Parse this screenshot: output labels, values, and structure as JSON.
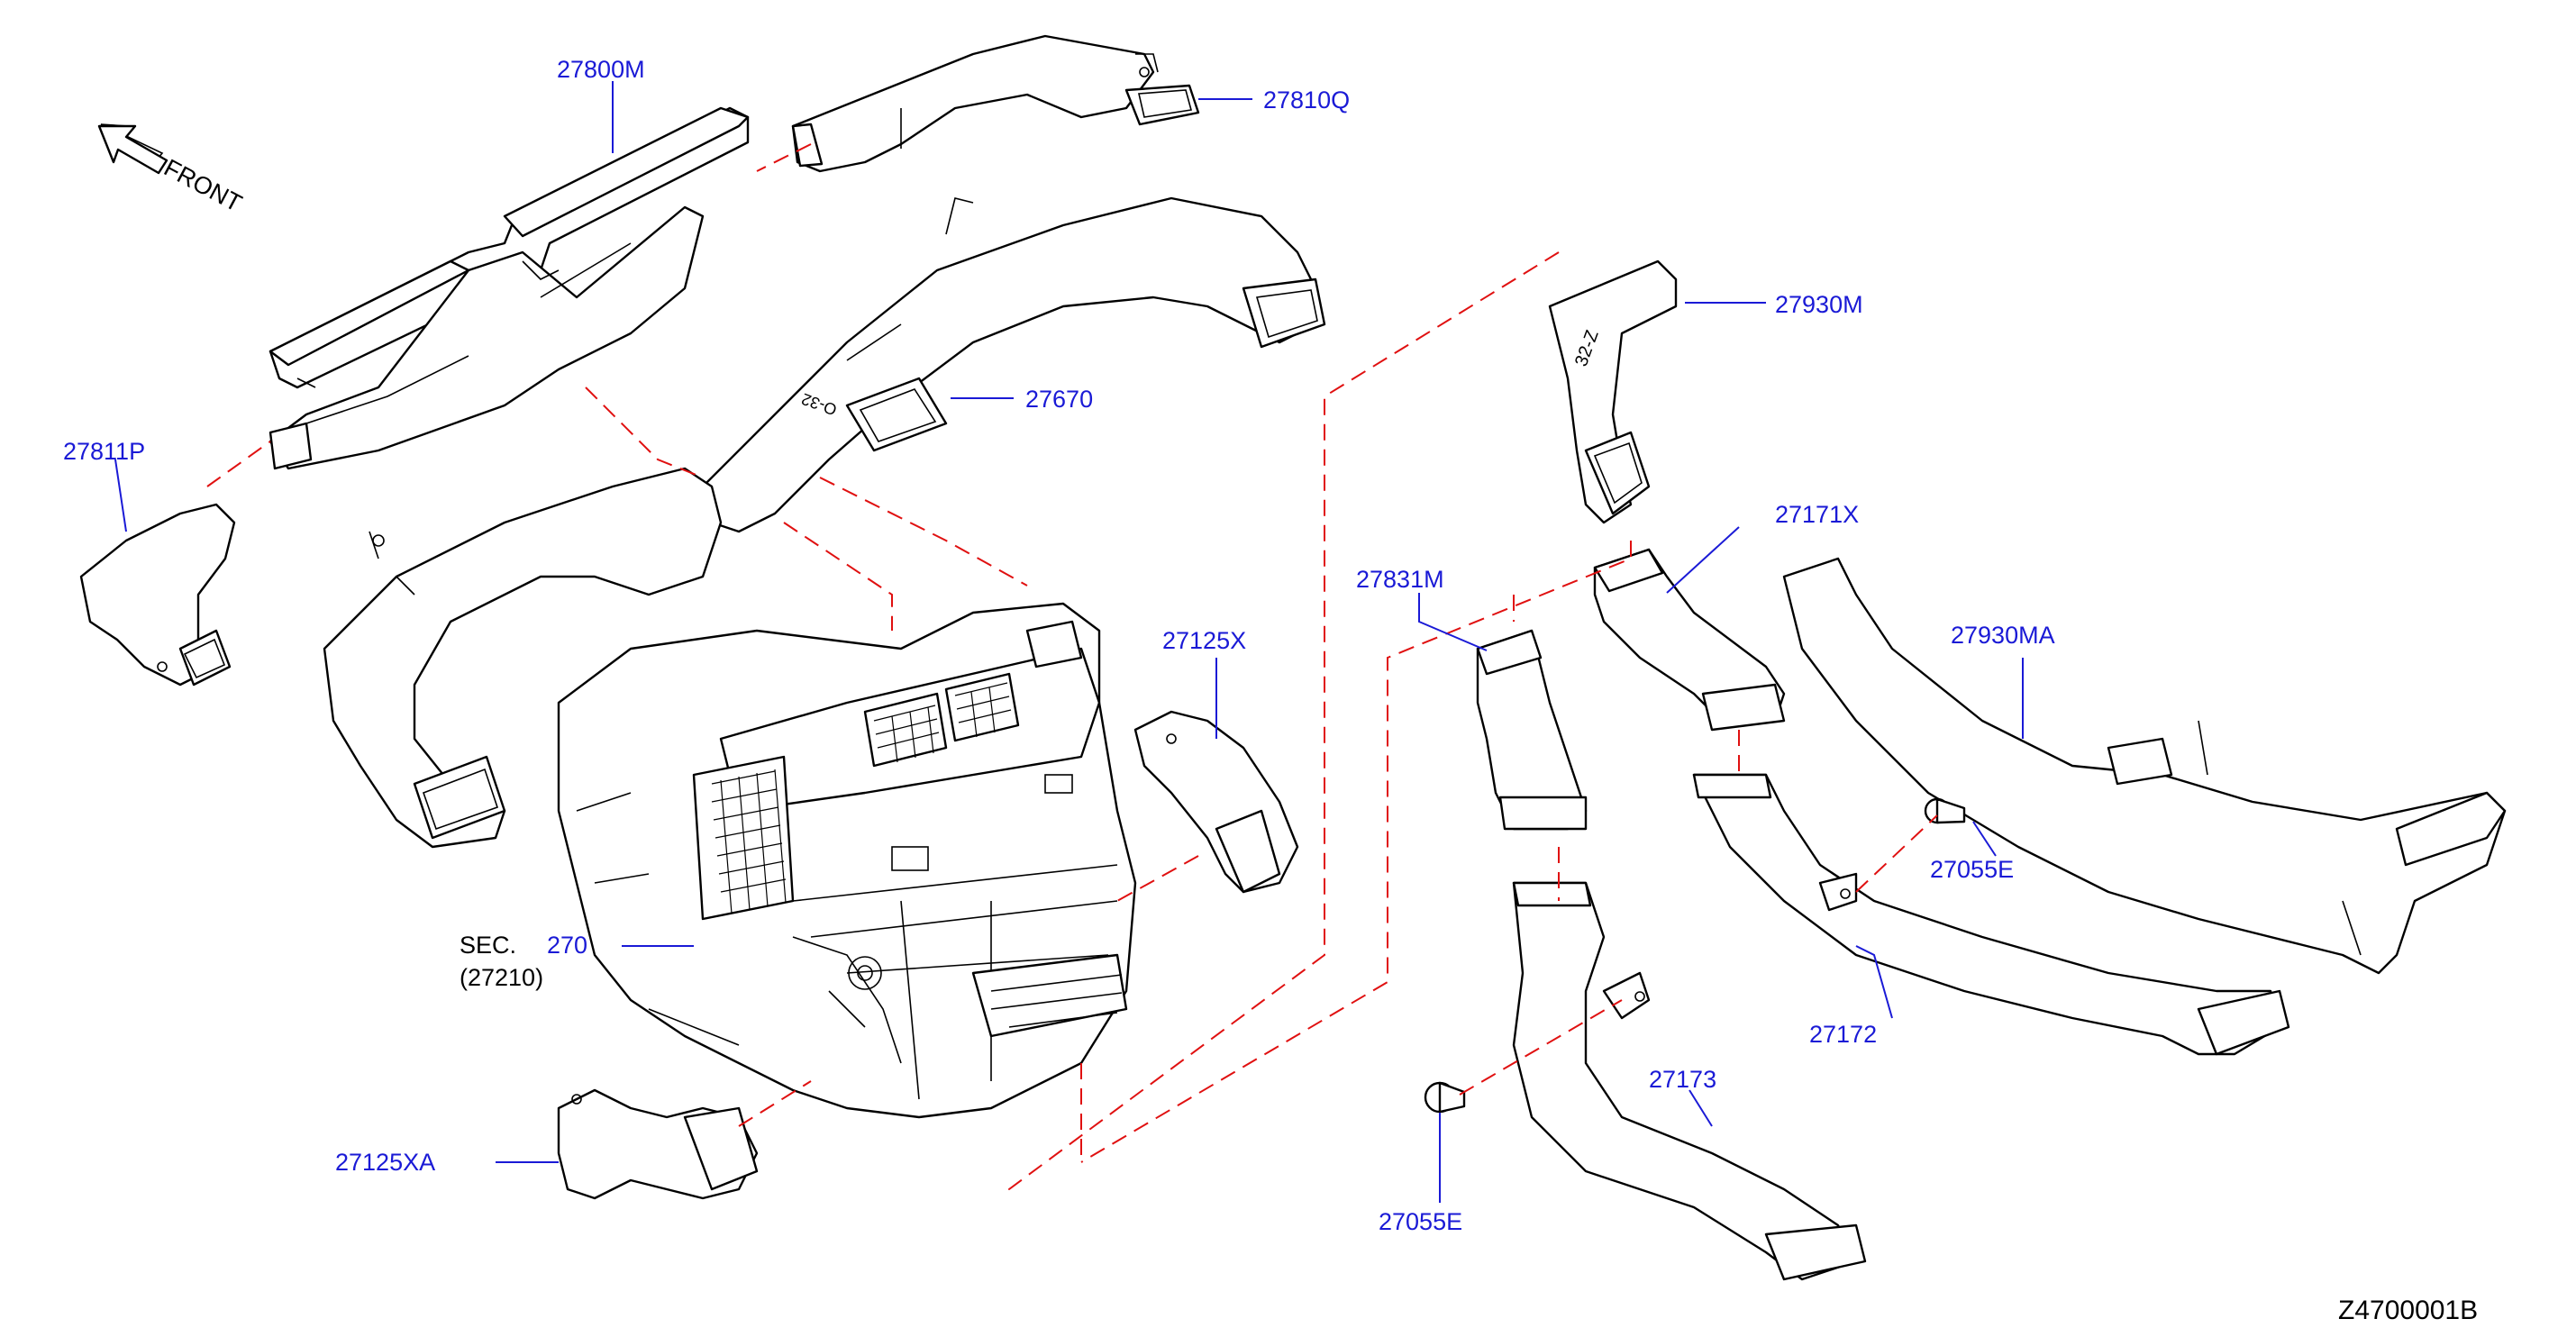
{
  "colors": {
    "callout": "#1a1ad6",
    "line": "#000000",
    "alignment_dash": "#e01010",
    "background": "#ffffff"
  },
  "orientation": {
    "label": "FRONT",
    "icon": "arrow-up-left-icon"
  },
  "callouts": {
    "p27800M": "27800M",
    "p27810Q": "27810Q",
    "p27930M": "27930M",
    "p27670": "27670",
    "p27811P": "27811P",
    "p27171X": "27171X",
    "p27831M": "27831M",
    "p27930MA": "27930MA",
    "p27125X": "27125X",
    "p27055E_a": "27055E",
    "p27172": "27172",
    "p27173": "27173",
    "p27125XA": "27125XA",
    "p27055E_b": "27055E"
  },
  "section_ref": {
    "prefix": "SEC.",
    "number": "270",
    "sub": "(27210)"
  },
  "part_marking": "32-Z",
  "drawing_id": "Z4700001B"
}
